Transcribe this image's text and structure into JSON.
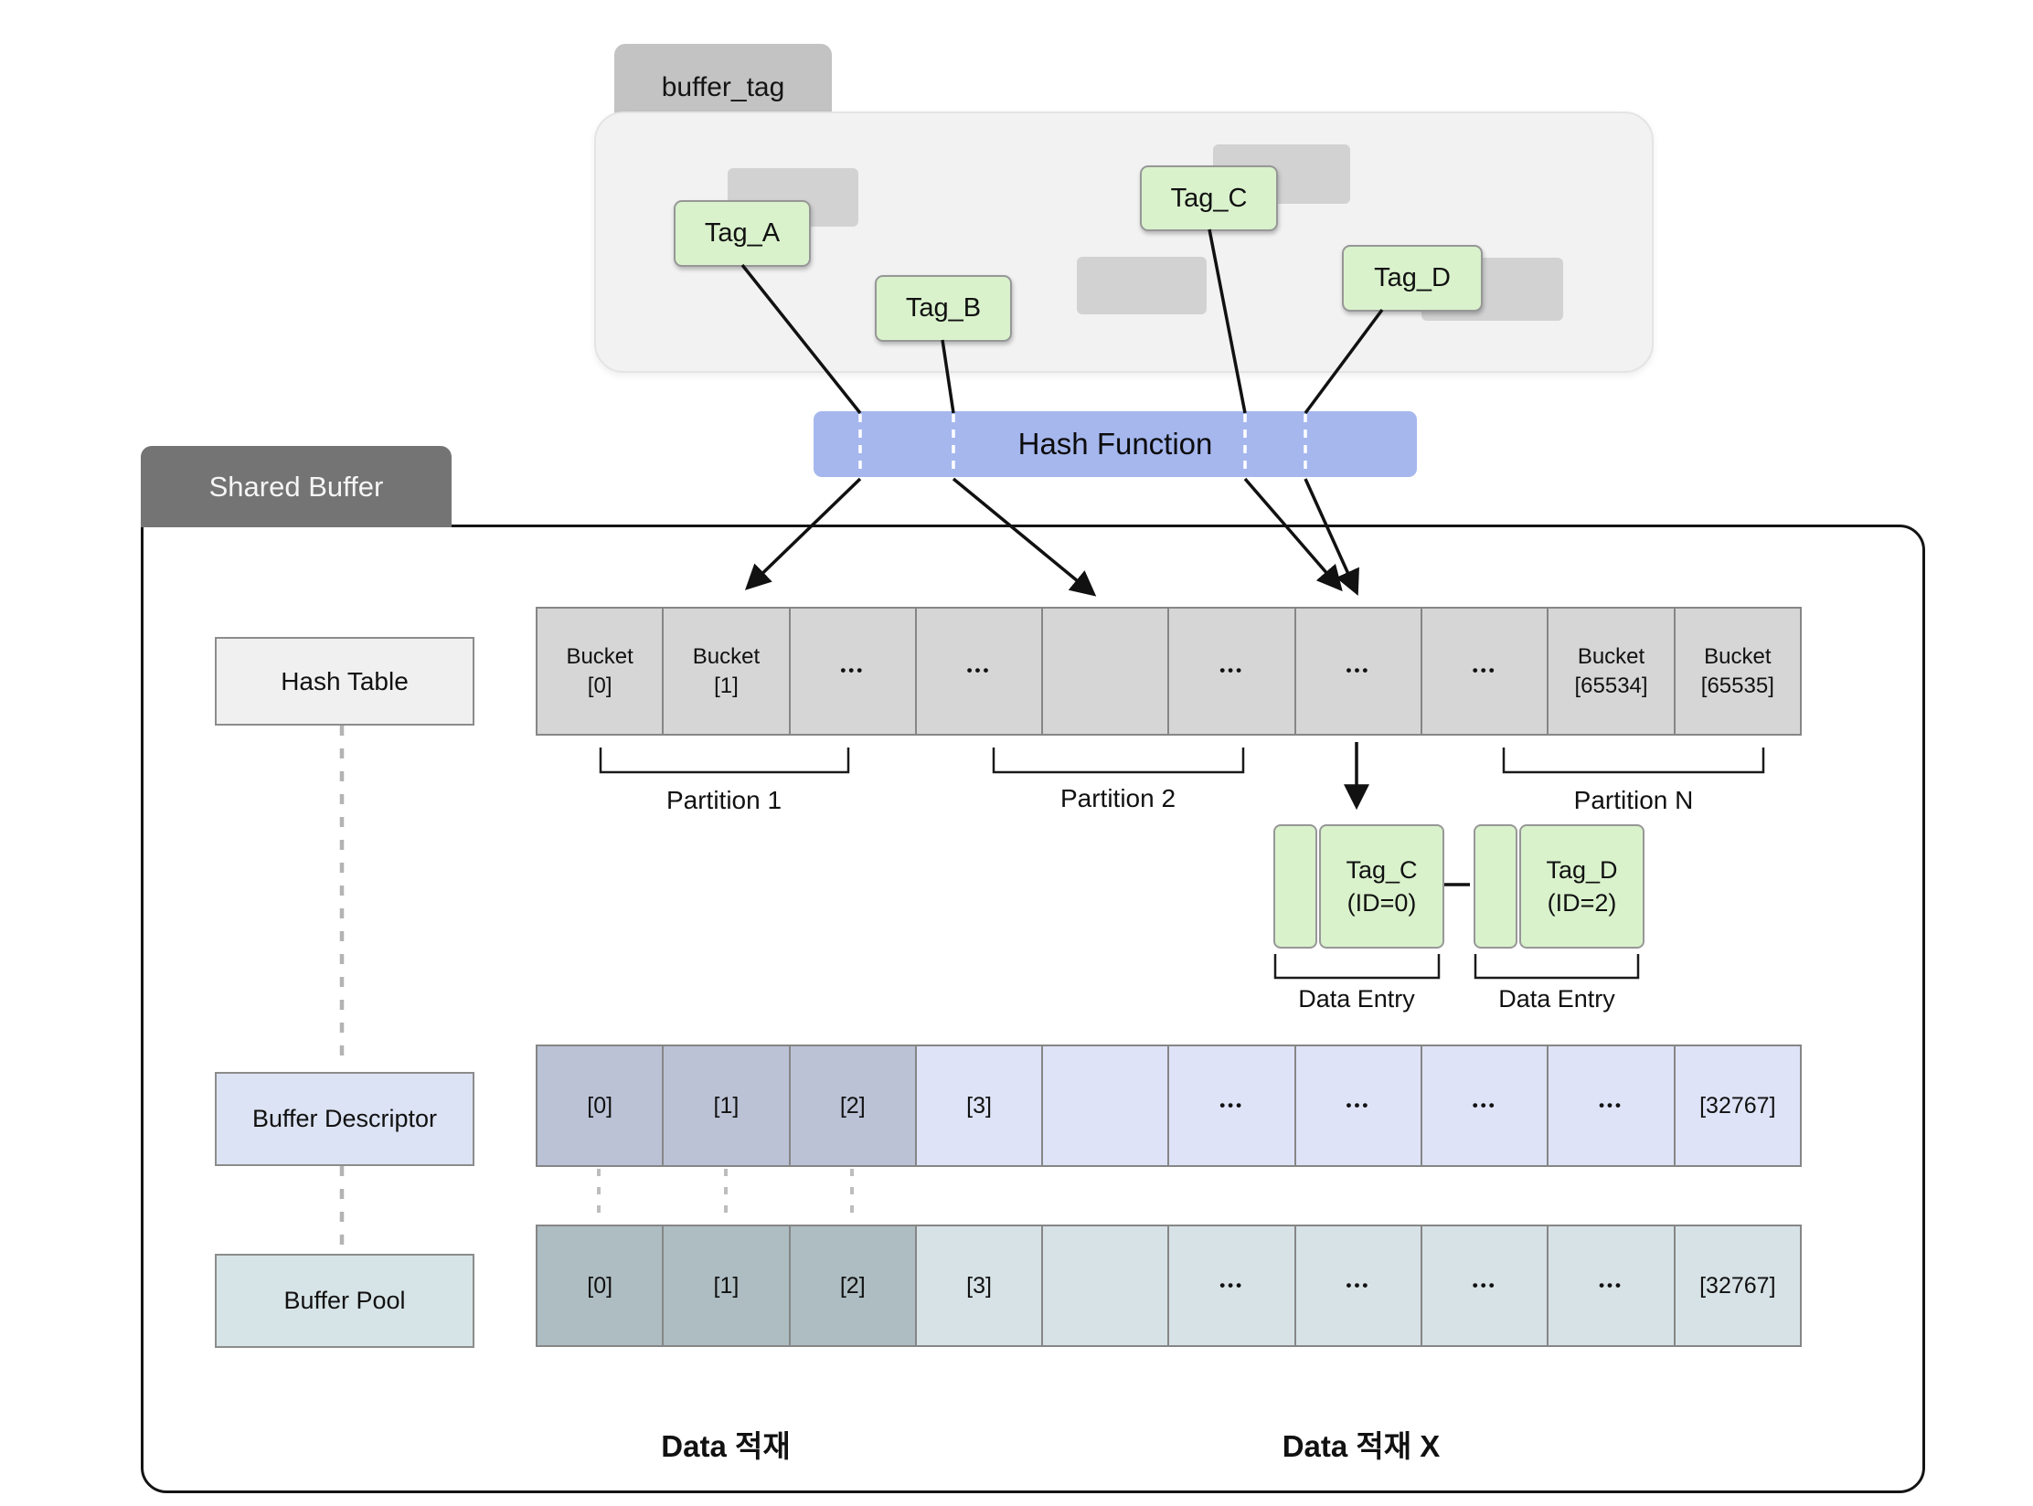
{
  "buffer_tag_panel": {
    "tab_label": "buffer_tag",
    "tags": [
      {
        "label": "Tag_A"
      },
      {
        "label": "Tag_B"
      },
      {
        "label": "Tag_C"
      },
      {
        "label": "Tag_D"
      }
    ]
  },
  "hash_function": {
    "label": "Hash Function"
  },
  "shared_buffer": {
    "tab_label": "Shared Buffer",
    "hash_table": {
      "label": "Hash Table",
      "cells": [
        "Bucket\n[0]",
        "Bucket\n[1]",
        "•••",
        "•••",
        "",
        "•••",
        "•••",
        "•••",
        "Bucket\n[65534]",
        "Bucket\n[65535]"
      ],
      "partitions": [
        "Partition 1",
        "Partition 2",
        "Partition N"
      ]
    },
    "data_entries": [
      {
        "label": "Tag_C\n(ID=0)",
        "caption": "Data Entry"
      },
      {
        "label": "Tag_D\n(ID=2)",
        "caption": "Data Entry"
      }
    ],
    "buffer_descriptor": {
      "label": "Buffer Descriptor",
      "cells": [
        "[0]",
        "[1]",
        "[2]",
        "[3]",
        "",
        "•••",
        "•••",
        "•••",
        "•••",
        "[32767]"
      ]
    },
    "buffer_pool": {
      "label": "Buffer Pool",
      "cells": [
        "[0]",
        "[1]",
        "[2]",
        "[3]",
        "",
        "•••",
        "•••",
        "•••",
        "•••",
        "[32767]"
      ]
    },
    "annotations": {
      "loaded": "Data 적재",
      "not_loaded": "Data 적재 X"
    }
  },
  "colors": {
    "tag_green": "#d9f2cc",
    "hash_bar_blue": "#a6b7ee",
    "bucket_gray": "#d6d6d6",
    "descriptor_dark": "#bbc2d6",
    "descriptor_light": "#dee3f7",
    "pool_dark": "#adbdc2",
    "pool_light": "#d6e2e6",
    "shared_buffer_tab": "#747474"
  }
}
